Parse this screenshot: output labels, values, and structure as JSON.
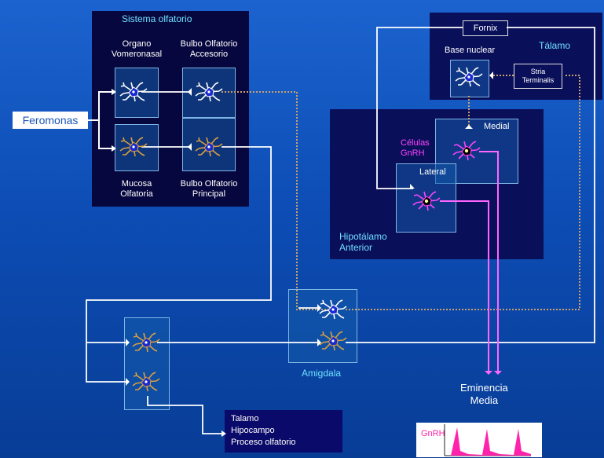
{
  "olfactory_system": {
    "title": "Sistema olfatorio",
    "vomeronasal": "Organo\nVomeronasal",
    "accessory_bulb": "Bulbo Olfatorio\nAccesorio",
    "mucosa": "Mucosa\nOlfatoria",
    "main_bulb": "Bulbo Olfatorio\nPrincipal"
  },
  "stimulus": "Feromonas",
  "thalamus": {
    "title": "Tálamo",
    "fornix": "Fornix",
    "base_nuclear": "Base nuclear",
    "stria": "Stria\nTerminalis"
  },
  "hypothalamus": {
    "title": "Hipotálamo\nAnterior",
    "medial": "Medial",
    "lateral": "Lateral",
    "gnrh_cells": "Células\nGnRH"
  },
  "amygdala": "Amigdala",
  "median_eminence": "Eminencia\nMedia",
  "gnrh_label": "GnRH",
  "outputs": [
    "Talamo",
    "Hipocampo",
    "Proceso olfatorio"
  ],
  "colors": {
    "white_neuron": "#ffffff",
    "orange_neuron": "#d8a040",
    "magenta_neuron": "#ff44ff",
    "nucleus": "#1a2ad0",
    "gnrh_pulse": "#ff22aa"
  }
}
